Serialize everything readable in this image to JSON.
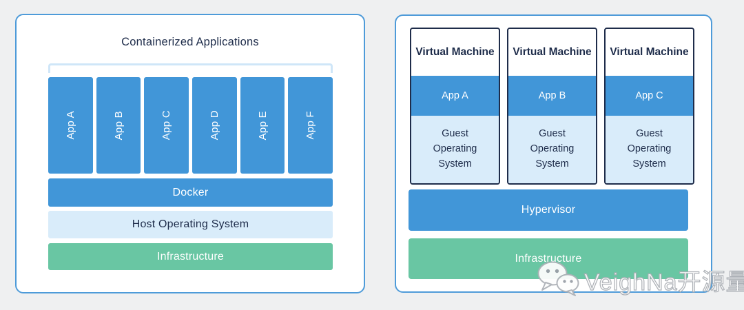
{
  "colors": {
    "blue": "#4196d8",
    "light_blue": "#d9ecfa",
    "green": "#69c6a3",
    "navy": "#1e2c4a",
    "border_blue": "#4e9bd9",
    "bracket": "#cfe6f8",
    "page_bg": "#eff0f1"
  },
  "left_panel": {
    "title": "Containerized Applications",
    "apps": [
      "App A",
      "App B",
      "App C",
      "App D",
      "App E",
      "App F"
    ],
    "layers": {
      "docker": "Docker",
      "host_os": "Host Operating System",
      "infrastructure": "Infrastructure"
    }
  },
  "right_panel": {
    "vms": [
      {
        "title": "Virtual Machine",
        "app": "App A",
        "os": "Guest Operating System"
      },
      {
        "title": "Virtual Machine",
        "app": "App B",
        "os": "Guest Operating System"
      },
      {
        "title": "Virtual Machine",
        "app": "App C",
        "os": "Guest Operating System"
      }
    ],
    "layers": {
      "hypervisor": "Hypervisor",
      "infrastructure": "Infrastructure"
    }
  },
  "watermark": {
    "text": "VeighNa开源量化",
    "icon": "wechat-icon"
  }
}
